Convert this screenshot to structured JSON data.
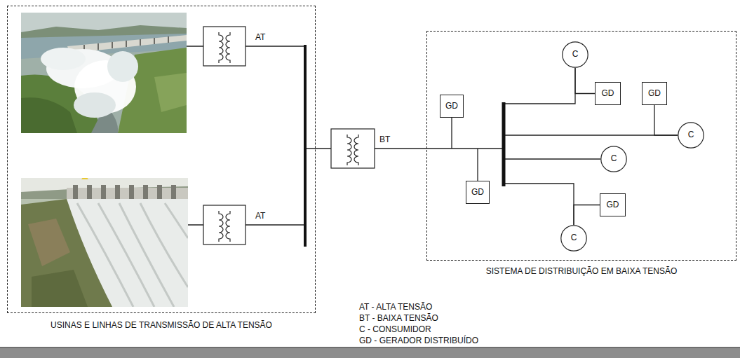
{
  "diagram": {
    "nodes": [
      {
        "text": [
          "USINAS E LINHAS DE TRANSMISSÃO DE ALTA TENSÃO"
        ]
      },
      {
        "text": [
          "SISTEMA DE DISTRIBUIÇÃO EM BAIXA TENSÃO"
        ]
      },
      {
        "text": [
          "C"
        ],
        "in": 1
      },
      {
        "text": [
          "GD"
        ],
        "in": 1
      },
      {
        "text": [
          "GD"
        ],
        "in": 1
      },
      {
        "text": [
          "GD"
        ],
        "in": 1
      },
      {
        "text": [
          "C"
        ],
        "in": 1
      },
      {
        "text": [
          "C"
        ],
        "in": 1
      },
      {
        "text": [
          "GD"
        ],
        "in": 1
      },
      {
        "text": [
          "GD"
        ],
        "in": 1
      },
      {
        "text": [
          "C"
        ],
        "in": 1
      }
    ],
    "edges": [
      {
        "from": 3,
        "to": 2,
        "arrow": "none"
      },
      {
        "from": 4,
        "to": 6,
        "arrow": "none"
      },
      {
        "from": 9,
        "to": 10,
        "arrow": "none"
      }
    ],
    "labels": [
      "AT",
      "AT",
      "BT"
    ],
    "legend": [
      {
        "text": "AT - ALTA TENSÃO"
      },
      {
        "text": "BT - BAIXA TENSÃO"
      },
      {
        "text": "C - CONSUMIDOR"
      },
      {
        "text": "GD - GERADOR DISTRIBUÍDO"
      }
    ]
  }
}
